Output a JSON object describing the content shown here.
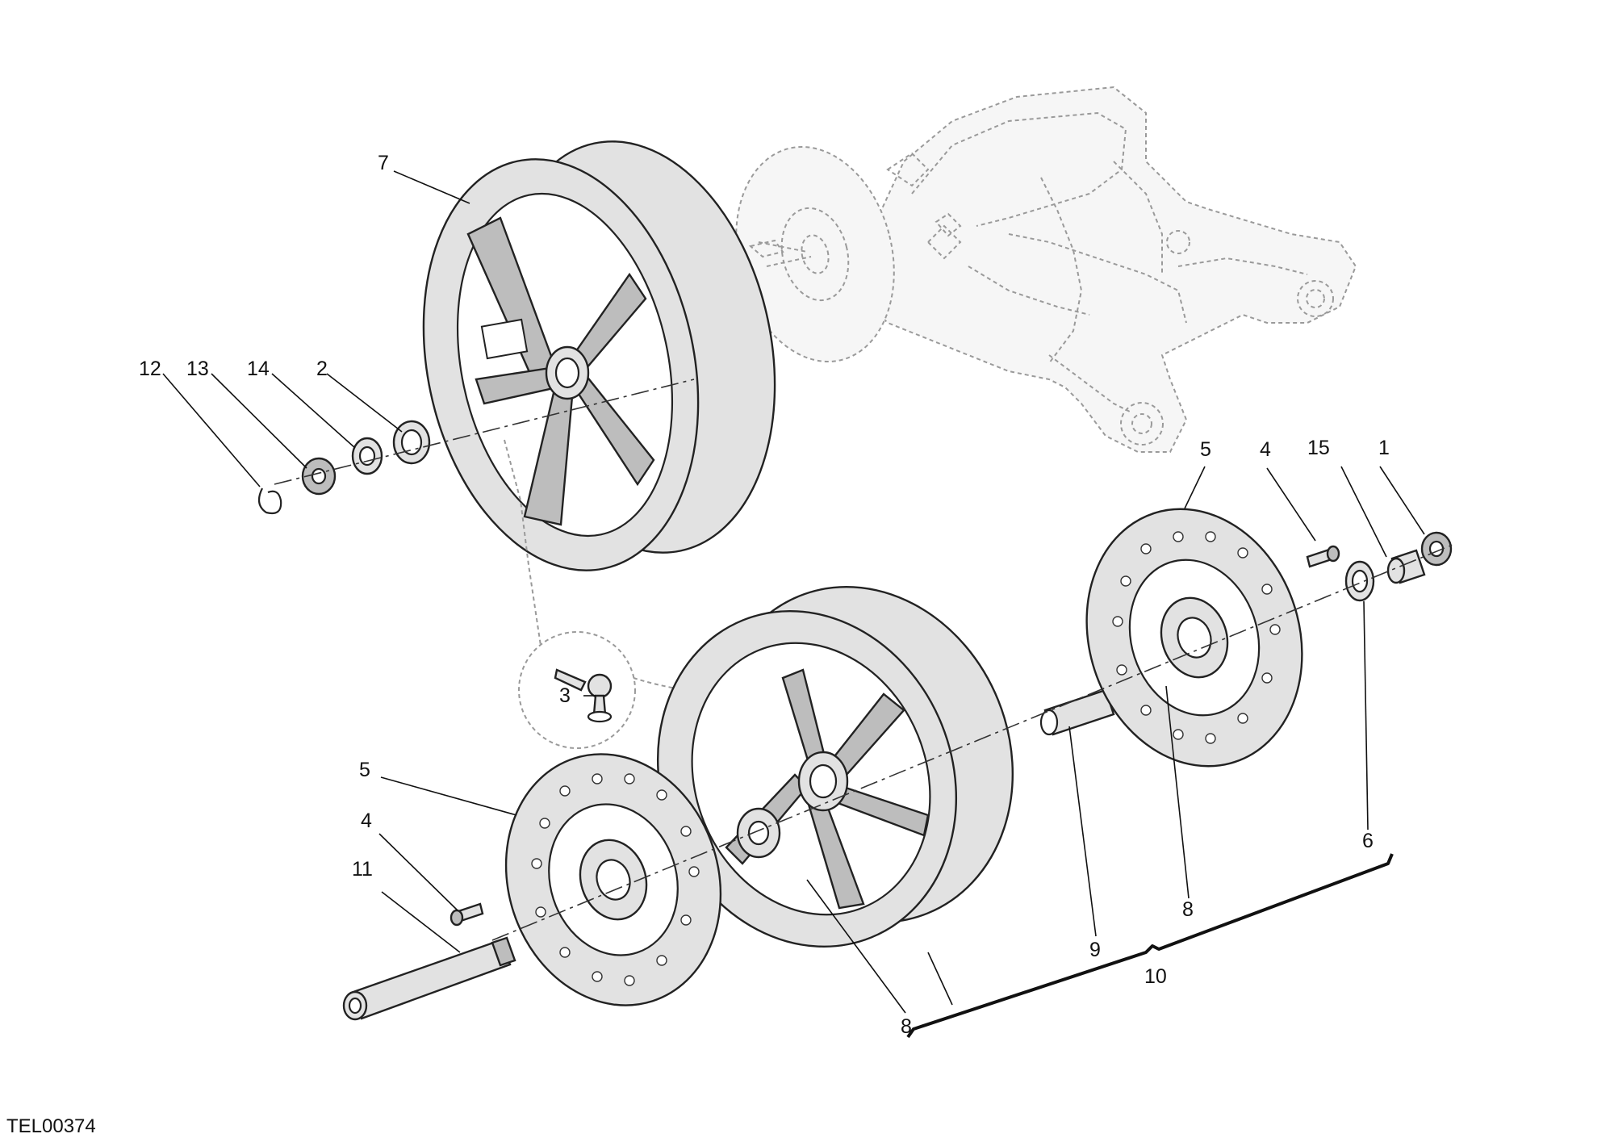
{
  "drawing_code": "TEL00374",
  "callouts": [
    {
      "id": "c1",
      "label": "1"
    },
    {
      "id": "c2",
      "label": "2"
    },
    {
      "id": "c3",
      "label": "3"
    },
    {
      "id": "c4a",
      "label": "4"
    },
    {
      "id": "c4b",
      "label": "4"
    },
    {
      "id": "c5a",
      "label": "5"
    },
    {
      "id": "c5b",
      "label": "5"
    },
    {
      "id": "c6",
      "label": "6"
    },
    {
      "id": "c7",
      "label": "7"
    },
    {
      "id": "c8a",
      "label": "8"
    },
    {
      "id": "c8b",
      "label": "8"
    },
    {
      "id": "c9",
      "label": "9"
    },
    {
      "id": "c10",
      "label": "10"
    },
    {
      "id": "c11",
      "label": "11"
    },
    {
      "id": "c12",
      "label": "12"
    },
    {
      "id": "c13",
      "label": "13"
    },
    {
      "id": "c14",
      "label": "14"
    },
    {
      "id": "c15",
      "label": "15"
    }
  ]
}
